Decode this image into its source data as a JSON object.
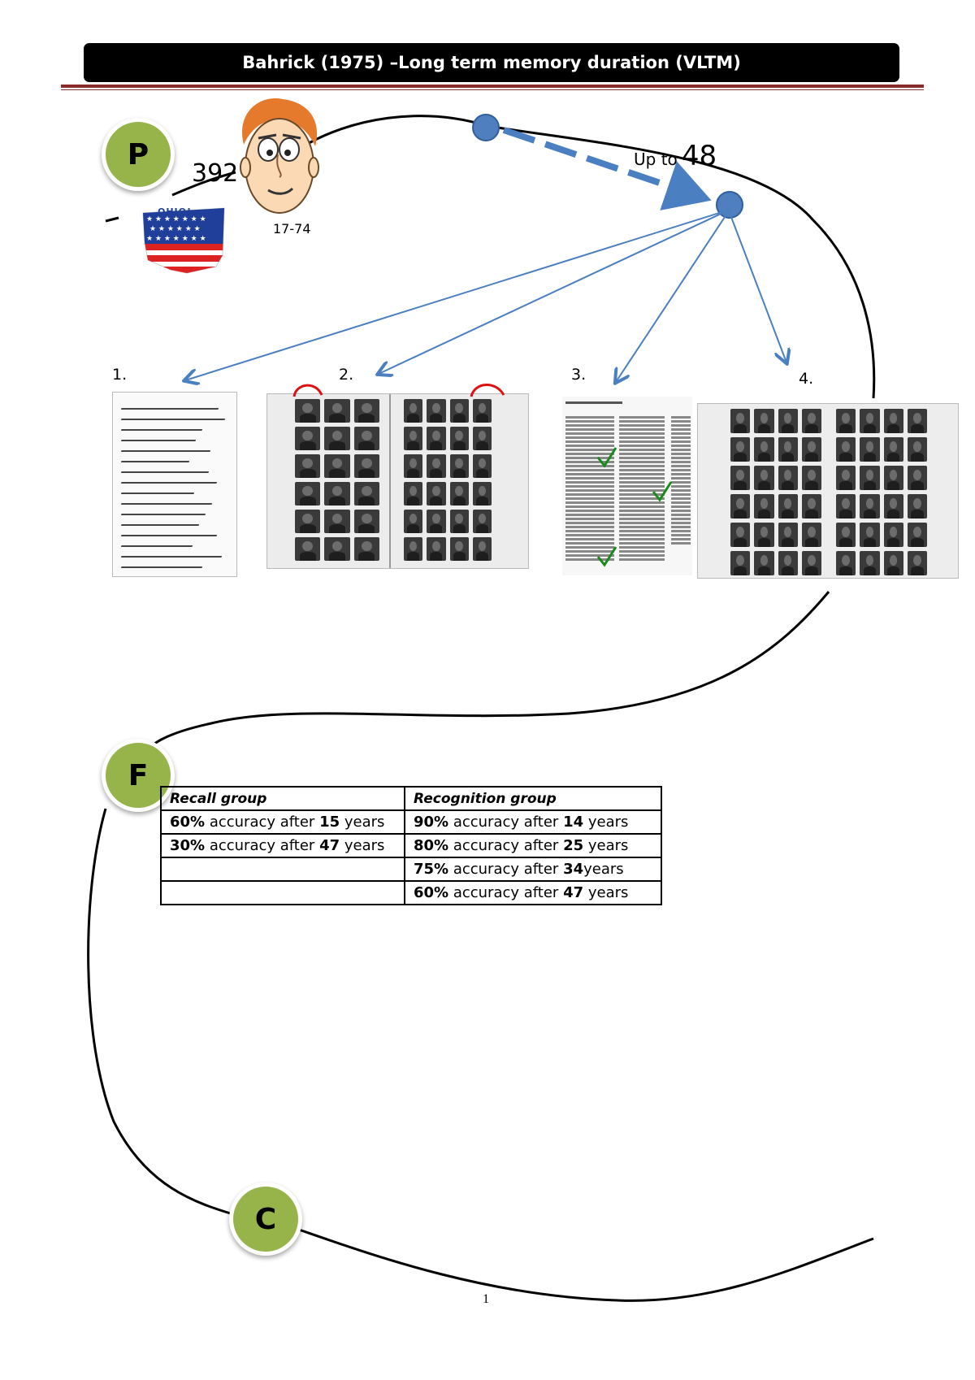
{
  "header": {
    "title": "Bahrick (1975) –Long term memory duration (VLTM)"
  },
  "markers": {
    "p": "P",
    "f": "F",
    "c": "C"
  },
  "participants": {
    "count": "392",
    "age_range": "17-74",
    "state_label": "OHIO!",
    "icons": [
      "cartoon-face-icon",
      "ohio-flag-icon"
    ]
  },
  "procedure": {
    "interval_prefix": "Up to",
    "interval_value": "48",
    "steps": [
      "1.",
      "2.",
      "3.",
      "4."
    ],
    "step_images": [
      "handwritten-name-list",
      "yearbook-photos",
      "name-recognition-list",
      "yearbook-photos"
    ]
  },
  "findings": {
    "headers": [
      "Recall group",
      "Recognition group"
    ],
    "rows": [
      {
        "recall": {
          "pct": "60%",
          "mid": " accuracy after ",
          "yrs": "15",
          "suffix": " years"
        },
        "recognition": {
          "pct": "90%",
          "mid": " accuracy after ",
          "yrs": "14",
          "suffix": " years"
        }
      },
      {
        "recall": {
          "pct": "30%",
          "mid": " accuracy after ",
          "yrs": "47",
          "suffix": " years"
        },
        "recognition": {
          "pct": "80%",
          "mid": " accuracy after ",
          "yrs": "25",
          "suffix": " years"
        }
      },
      {
        "recall": null,
        "recognition": {
          "pct": "75%",
          "mid": " accuracy after ",
          "yrs": "34",
          "suffix": "years"
        }
      },
      {
        "recall": null,
        "recognition": {
          "pct": "60%",
          "mid": " accuracy after ",
          "yrs": "47",
          "suffix": " years"
        }
      }
    ]
  },
  "page_number": "1",
  "colors": {
    "header_bg": "#000000",
    "rule": "#8a2a2a",
    "marker": "#96b44a",
    "arrow": "#4a7fc1",
    "tick": "#1a8a1a"
  }
}
